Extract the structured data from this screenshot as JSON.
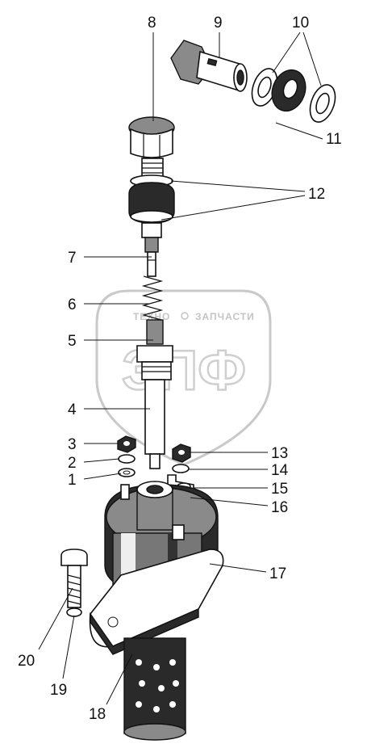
{
  "watermark": {
    "text_left": "ТЕХНО",
    "text_right": "ЗАПЧАСТИ",
    "logo": "ЗПФ"
  },
  "callouts": [
    {
      "id": "1",
      "label": "1"
    },
    {
      "id": "2",
      "label": "2"
    },
    {
      "id": "3",
      "label": "3"
    },
    {
      "id": "4",
      "label": "4"
    },
    {
      "id": "5",
      "label": "5"
    },
    {
      "id": "6",
      "label": "6"
    },
    {
      "id": "7",
      "label": "7"
    },
    {
      "id": "8",
      "label": "8"
    },
    {
      "id": "9",
      "label": "9"
    },
    {
      "id": "10",
      "label": "10"
    },
    {
      "id": "11",
      "label": "11"
    },
    {
      "id": "12",
      "label": "12"
    },
    {
      "id": "13",
      "label": "13"
    },
    {
      "id": "14",
      "label": "14"
    },
    {
      "id": "15",
      "label": "15"
    },
    {
      "id": "16",
      "label": "16"
    },
    {
      "id": "17",
      "label": "17"
    },
    {
      "id": "18",
      "label": "18"
    },
    {
      "id": "19",
      "label": "19"
    },
    {
      "id": "20",
      "label": "20"
    }
  ]
}
